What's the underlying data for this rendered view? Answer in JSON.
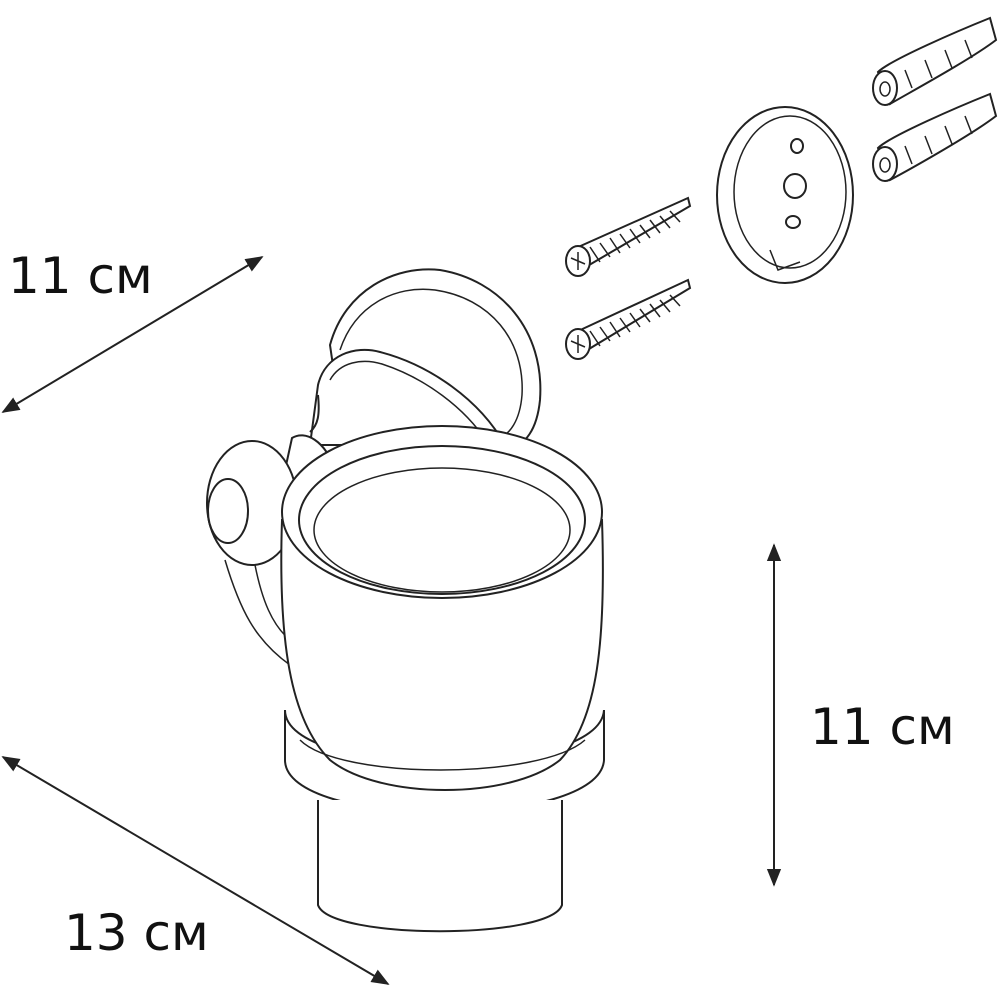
{
  "dimensions": {
    "depth": "11 см",
    "height": "11 см",
    "width": "13 см"
  },
  "colors": {
    "line": "#222222",
    "background": "#ffffff"
  }
}
